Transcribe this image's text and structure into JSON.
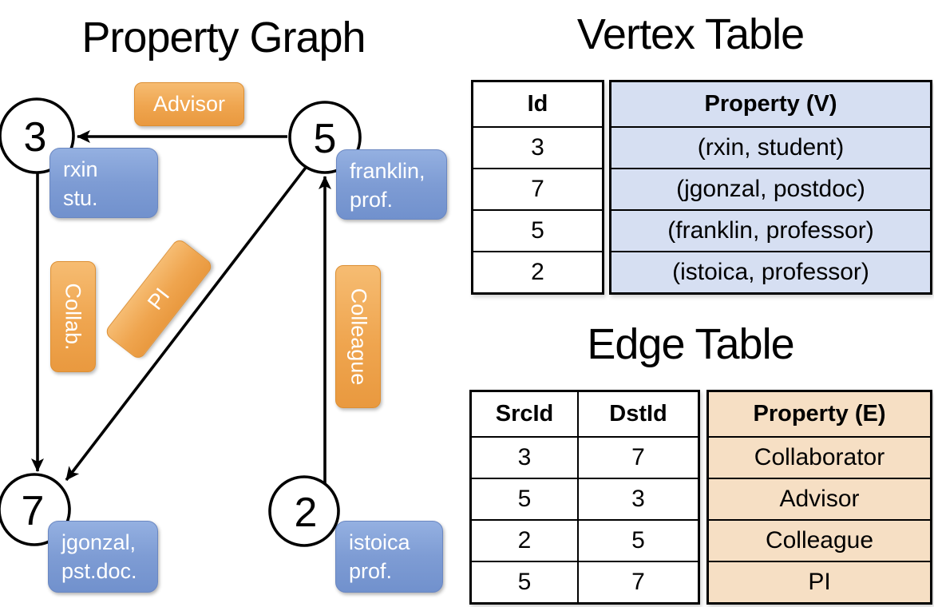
{
  "titles": {
    "graph": "Property Graph",
    "vertex_table": "Vertex Table",
    "edge_table": "Edge Table"
  },
  "graph": {
    "nodes": [
      {
        "id": "3",
        "lines": [
          "rxin",
          "stu."
        ]
      },
      {
        "id": "5",
        "lines": [
          "franklin,",
          "prof."
        ]
      },
      {
        "id": "7",
        "lines": [
          "jgonzal,",
          "pst.doc."
        ]
      },
      {
        "id": "2",
        "lines": [
          "istoica",
          "prof."
        ]
      }
    ],
    "edges": [
      {
        "label": "Advisor",
        "src": "5",
        "dst": "3"
      },
      {
        "label": "Collab.",
        "src": "3",
        "dst": "7"
      },
      {
        "label": "PI",
        "src": "5",
        "dst": "7"
      },
      {
        "label": "Colleague",
        "src": "2",
        "dst": "5"
      }
    ]
  },
  "vertex_table": {
    "columns": [
      "Id",
      "Property (V)"
    ],
    "rows": [
      [
        "3",
        "(rxin, student)"
      ],
      [
        "7",
        "(jgonzal, postdoc)"
      ],
      [
        "5",
        "(franklin, professor)"
      ],
      [
        "2",
        "(istoica, professor)"
      ]
    ]
  },
  "edge_table": {
    "columns": [
      "SrcId",
      "DstId",
      "Property (E)"
    ],
    "rows": [
      [
        "3",
        "7",
        "Collaborator"
      ],
      [
        "5",
        "3",
        "Advisor"
      ],
      [
        "2",
        "5",
        "Colleague"
      ],
      [
        "5",
        "7",
        "PI"
      ]
    ]
  },
  "colors": {
    "edge_label_orange": "#efa54f",
    "node_label_blue": "#7e9cd4",
    "vertex_cell_blue": "#d6dff2",
    "edge_cell_tan": "#f6dfc4",
    "line_black": "#000000"
  }
}
